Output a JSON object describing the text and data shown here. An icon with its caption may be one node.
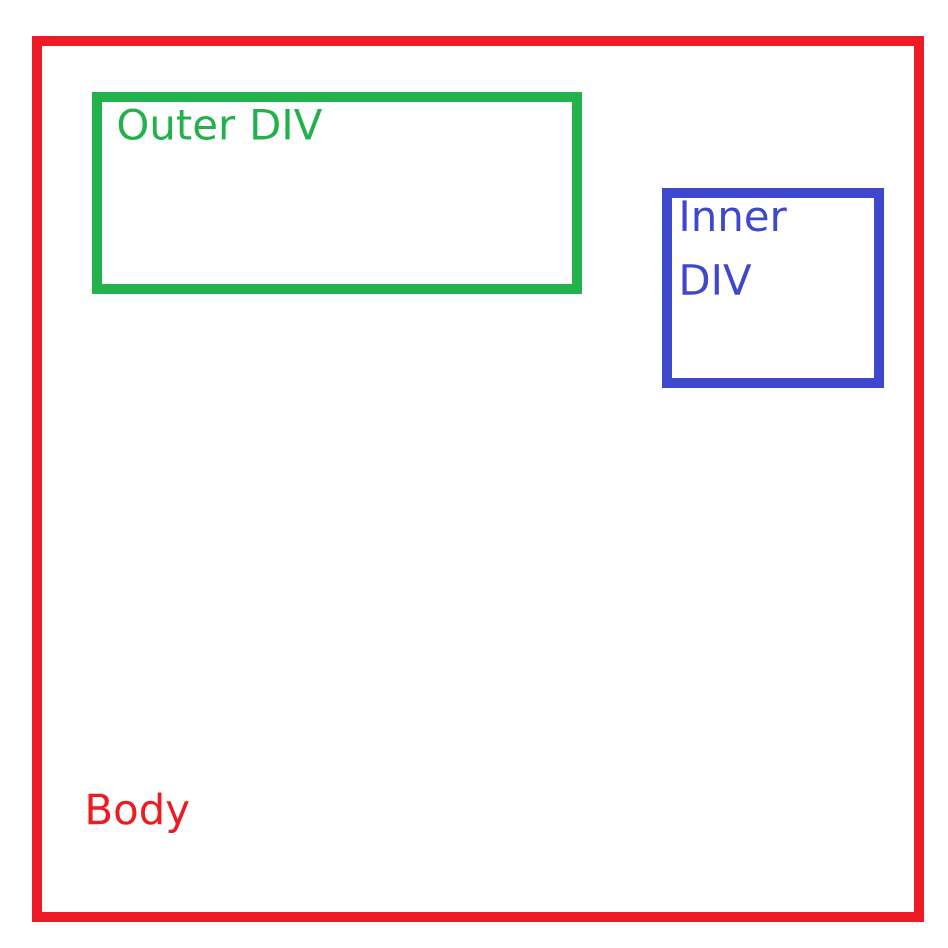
{
  "diagram": {
    "nodes": [
      {
        "text": [
          "Body"
        ]
      },
      {
        "text": [
          "Outer DIV"
        ],
        "in": 0
      },
      {
        "text": [
          "Inner DIV"
        ],
        "in": 0
      }
    ]
  }
}
